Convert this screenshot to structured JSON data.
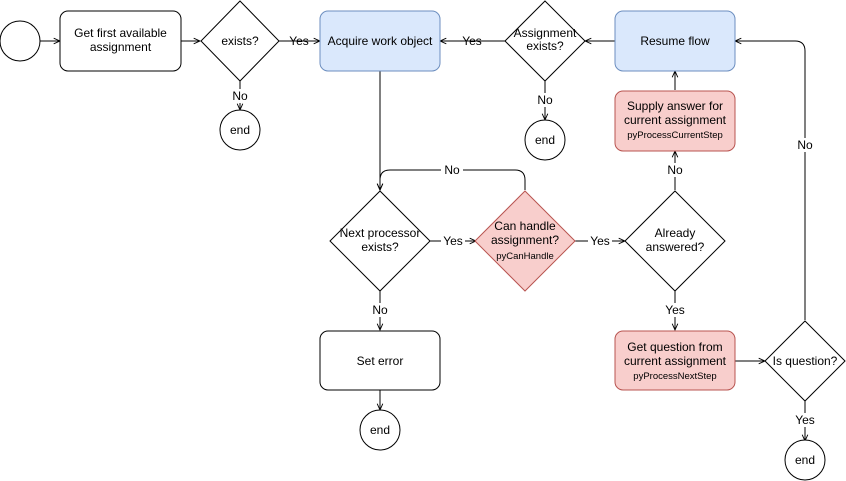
{
  "nodes": {
    "start": {
      "label": ""
    },
    "get_first": {
      "lines": [
        "Get first available",
        "assignment"
      ]
    },
    "exists": {
      "lines": [
        "exists?"
      ]
    },
    "end1": {
      "lines": [
        "end"
      ]
    },
    "acquire": {
      "lines": [
        "Acquire work object"
      ]
    },
    "assignment_exists": {
      "lines": [
        "Assignment",
        "exists?"
      ]
    },
    "end2": {
      "lines": [
        "end"
      ]
    },
    "resume": {
      "lines": [
        "Resume flow"
      ]
    },
    "supply": {
      "lines": [
        "Supply answer for",
        "current assignment"
      ],
      "sub": "pyProcessCurrentStep"
    },
    "next_processor": {
      "lines": [
        "Next processor",
        "exists?"
      ]
    },
    "can_handle": {
      "lines": [
        "Can handle",
        "assignment?"
      ],
      "sub": "pyCanHandle"
    },
    "already_answered": {
      "lines": [
        "Already",
        "answered?"
      ]
    },
    "set_error": {
      "lines": [
        "Set error"
      ]
    },
    "end3": {
      "lines": [
        "end"
      ]
    },
    "get_question": {
      "lines": [
        "Get question from",
        "current assignment"
      ],
      "sub": "pyProcessNextStep"
    },
    "is_question": {
      "lines": [
        "Is question?"
      ]
    },
    "end4": {
      "lines": [
        "end"
      ]
    }
  },
  "edge_labels": {
    "exists_yes": "Yes",
    "exists_no": "No",
    "assignment_yes": "Yes",
    "assignment_no": "No",
    "can_handle_no": "No",
    "next_yes": "Yes",
    "next_no": "No",
    "can_handle_yes": "Yes",
    "answered_no": "No",
    "answered_yes": "Yes",
    "question_no": "No",
    "question_yes": "Yes"
  },
  "colors": {
    "plain_fill": "#ffffff",
    "blue_fill": "#dae8fc",
    "blue_stroke": "#6c8ebf",
    "red_fill": "#f8cecc",
    "red_stroke": "#b85450"
  }
}
